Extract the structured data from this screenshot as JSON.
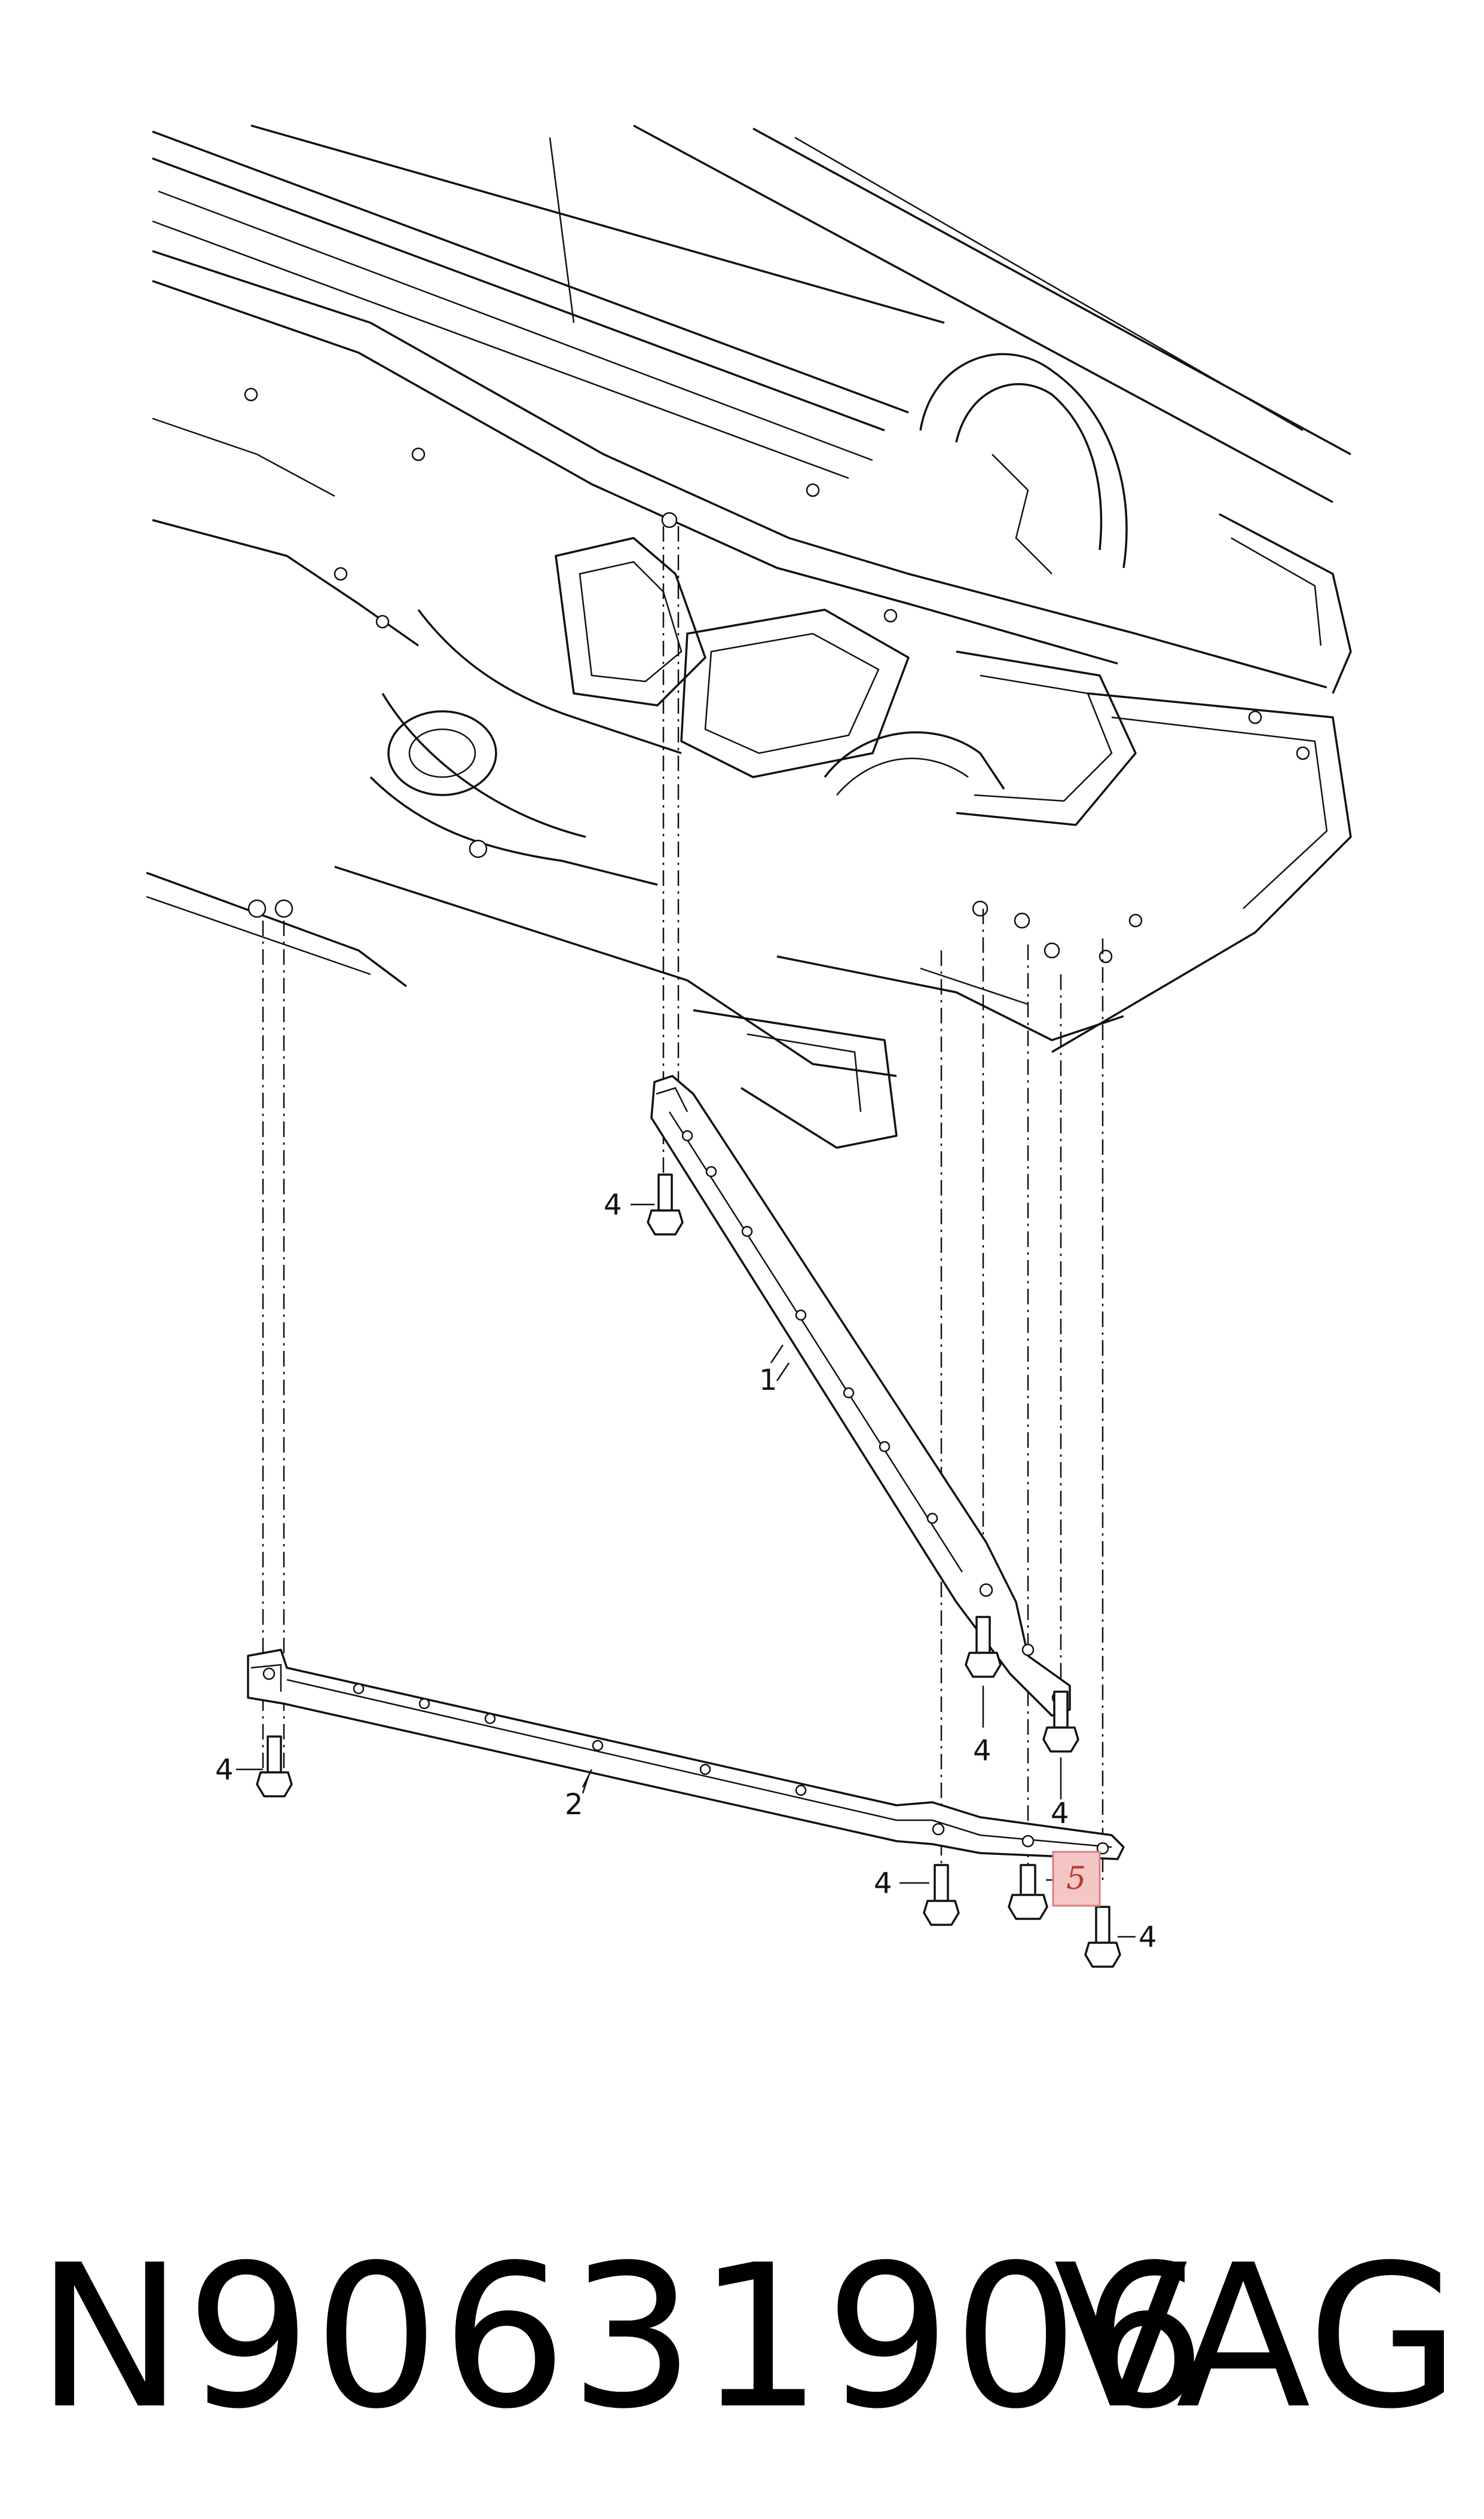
{
  "diagram": {
    "callouts": {
      "rail_1": "1",
      "rail_2": "2",
      "bolt_4": "4",
      "bolt_5": "5"
    },
    "highlight_color": "#f4c7c7",
    "highlight_border_color": "#d98080"
  },
  "footer": {
    "part_number": "N90631906",
    "brand": "VAG"
  }
}
